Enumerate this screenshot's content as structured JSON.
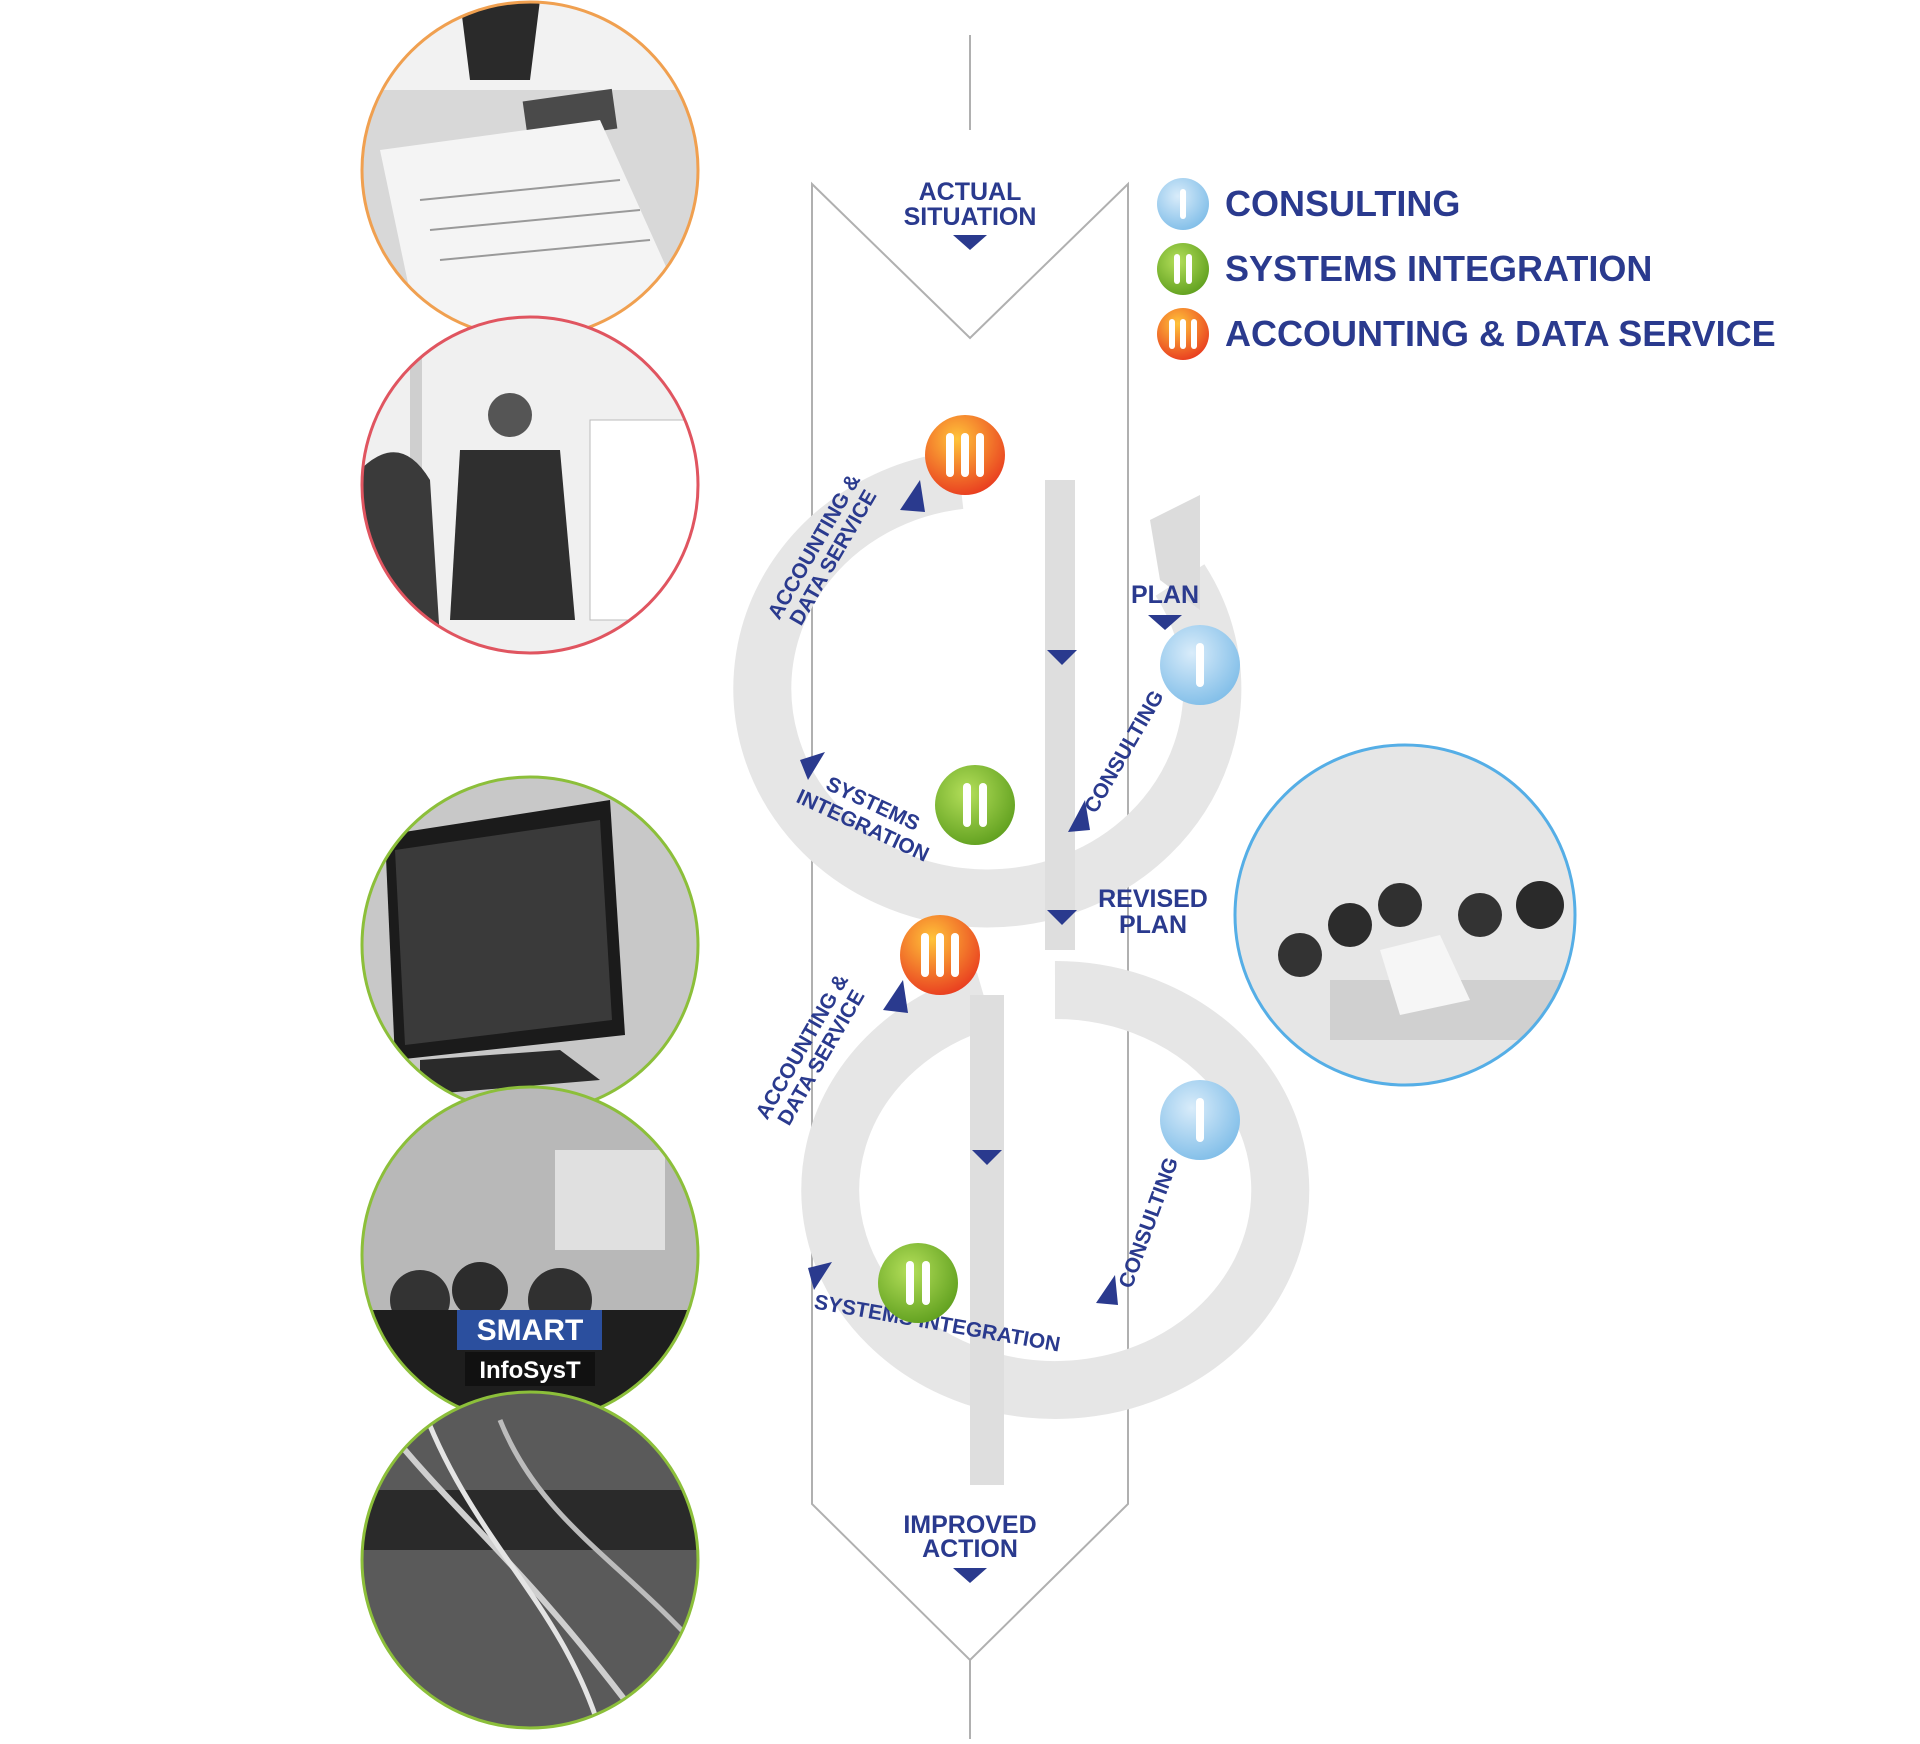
{
  "legend": [
    {
      "numeral": "I",
      "label": "CONSULTING",
      "color": "#8fc4ea"
    },
    {
      "numeral": "II",
      "label": "SYSTEMS INTEGRATION",
      "color": "#7ab530"
    },
    {
      "numeral": "III",
      "label": "ACCOUNTING & DATA SERVICE",
      "color": "#f15a24"
    }
  ],
  "flow": {
    "start": [
      "ACTUAL",
      "SITUATION"
    ],
    "plan": "PLAN",
    "revised": [
      "REVISED",
      "PLAN"
    ],
    "end": [
      "IMPROVED",
      "ACTION"
    ]
  },
  "cycle_labels": {
    "accounting": [
      "ACCOUNTING &",
      "DATA SERVICE"
    ],
    "systems_upper": [
      "SYSTEMS",
      "INTEGRATION"
    ],
    "systems_lower": "SYSTEMS INTEGRATION",
    "consulting": "CONSULTING"
  },
  "logo": {
    "line1": "SMART",
    "line2": "InfoSysT"
  },
  "photo_ring_colors": {
    "orange": "#f0a050",
    "red": "#e05560",
    "green": "#8cbf3a",
    "blue": "#55aee6"
  },
  "colors": {
    "navy": "#2a3a8e",
    "outline": "#b0b0b0",
    "ribbon": "#e6e6e6"
  }
}
